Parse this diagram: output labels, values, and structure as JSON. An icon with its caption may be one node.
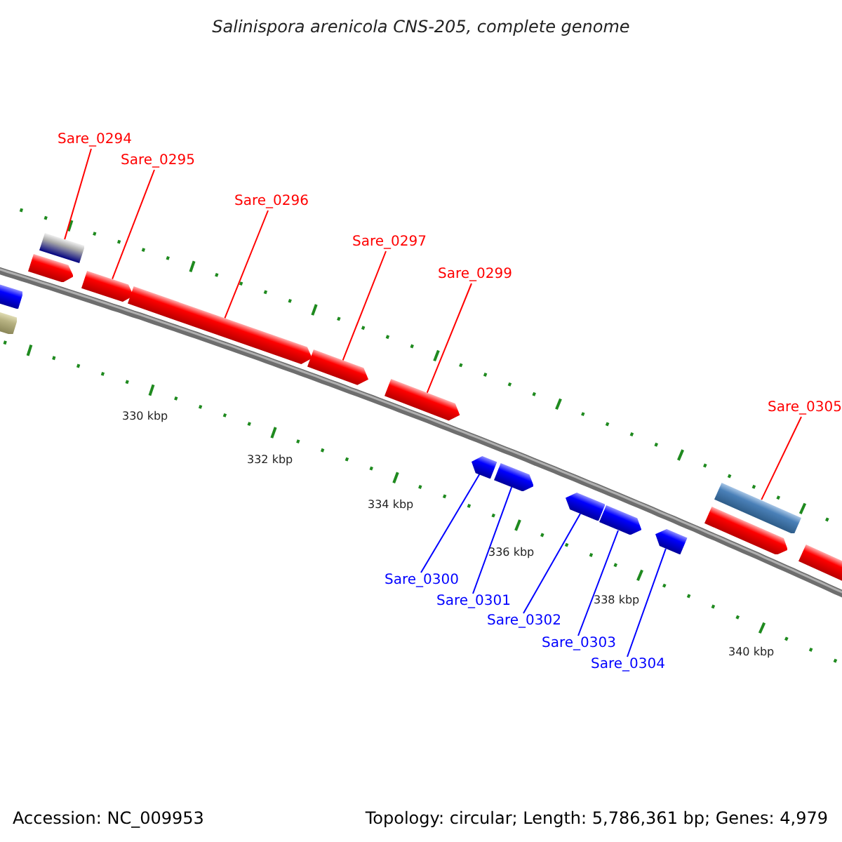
{
  "diagram": {
    "title": "Salinispora arenicola CNS-205, complete genome",
    "nodes": [
      {
        "text": [
          "Sare_0294"
        ]
      },
      {
        "text": [
          "Sare_0295"
        ]
      },
      {
        "text": [
          "Sare_0296"
        ]
      },
      {
        "text": [
          "Sare_0297"
        ]
      },
      {
        "text": [
          "Sare_0299"
        ]
      },
      {
        "text": [
          "Sare_0305"
        ]
      },
      {
        "text": [
          "Sare_0300"
        ]
      },
      {
        "text": [
          "Sare_0301"
        ]
      },
      {
        "text": [
          "Sare_0302"
        ]
      },
      {
        "text": [
          "Sare_0303"
        ]
      },
      {
        "text": [
          "Sare_0304"
        ]
      },
      {
        "text": [],
        "shape": "arrow"
      },
      {
        "text": [],
        "shape": "bar"
      },
      {
        "text": [],
        "shape": "bar"
      },
      {
        "text": [],
        "shape": "arrow"
      },
      {
        "text": [],
        "shape": "arrow"
      },
      {
        "text": [],
        "shape": "arrow"
      },
      {
        "text": [],
        "shape": "arrow"
      },
      {
        "text": [],
        "shape": "arrow"
      },
      {
        "text": [],
        "shape": "arrow"
      },
      {
        "text": [],
        "shape": "arrow"
      },
      {
        "text": [],
        "shape": "arrow"
      },
      {
        "text": [],
        "shape": "arrow"
      },
      {
        "text": [],
        "shape": "arrow"
      },
      {
        "text": [],
        "shape": "bar"
      },
      {
        "text": [],
        "shape": "arrow"
      },
      {
        "text": [],
        "shape": "arrow"
      }
    ],
    "edges": [
      {
        "from": 0,
        "to": 13,
        "arrow": "none"
      },
      {
        "from": 1,
        "to": 15,
        "arrow": "none"
      },
      {
        "from": 2,
        "to": 16,
        "arrow": "none"
      },
      {
        "from": 3,
        "to": 17,
        "arrow": "none"
      },
      {
        "from": 4,
        "to": 18,
        "arrow": "none"
      },
      {
        "from": 5,
        "to": 24,
        "arrow": "none"
      },
      {
        "from": 6,
        "to": 19,
        "arrow": "none",
        "color": "#0000ff"
      },
      {
        "from": 7,
        "to": 20,
        "arrow": "none",
        "color": "#0000ff"
      },
      {
        "from": 8,
        "to": 21,
        "arrow": "none",
        "color": "#0000ff"
      },
      {
        "from": 9,
        "to": 22,
        "arrow": "none",
        "color": "#0000ff"
      },
      {
        "from": 10,
        "to": 23,
        "arrow": "none",
        "color": "#0000ff"
      }
    ],
    "labels": [
      "330 kbp",
      "332 kbp",
      "334 kbp",
      "336 kbp",
      "338 kbp",
      "340 kbp",
      "Accession: NC_009953",
      "Topology: circular; Length: 5,786,361 bp; Genes: 4,979"
    ]
  }
}
